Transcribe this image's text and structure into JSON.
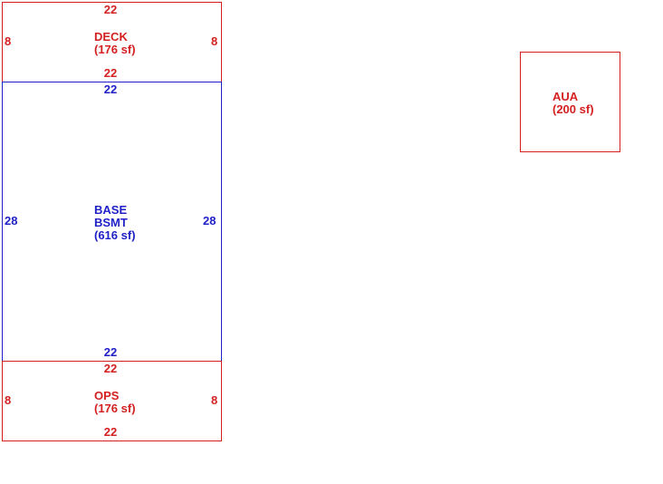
{
  "deck": {
    "name": "DECK",
    "area": "(176 sf)",
    "top": "22",
    "bottom": "22",
    "left": "8",
    "right": "8"
  },
  "base": {
    "name_line1": "BASE",
    "name_line2": "BSMT",
    "area": "(616 sf)",
    "top": "22",
    "bottom": "22",
    "left": "28",
    "right": "28"
  },
  "ops": {
    "name": "OPS",
    "area": "(176 sf)",
    "top": "22",
    "bottom": "22",
    "left": "8",
    "right": "8"
  },
  "aua": {
    "name": "AUA",
    "area": "(200 sf)"
  },
  "colors": {
    "red": "#d42020",
    "blue": "#2020c8"
  }
}
